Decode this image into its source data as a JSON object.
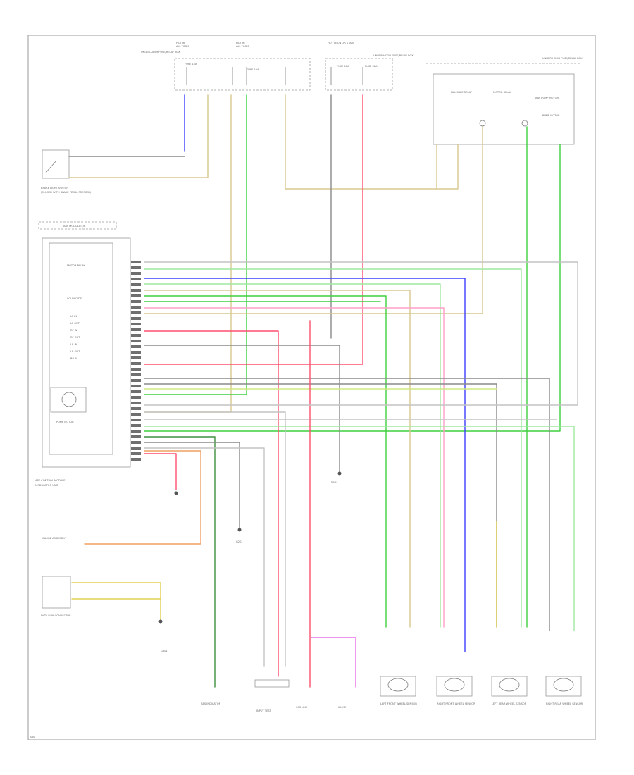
{
  "labels": {
    "fuse_1a": "HOT IN",
    "fuse_1b": "ALL TIMES",
    "fuse_1c": "HOT IN",
    "fuse_1d": "ALL TIMES",
    "fuse_box_left": "UNDER-DASH FUSE/RELAY BOX",
    "fuse_box_right": "UNDER-HOOD FUSE/RELAY BOX",
    "fuse_run": "HOT IN ON OR START",
    "fuse_2a": "FUSE 15A",
    "fuse_2b": "FUSE 10A",
    "fuse_3a": "FUSE 40A",
    "fuse_3b": "FUSE 30A",
    "relay_box": "UNDER-HOOD FUSE/RELAY BOX",
    "relay_1": "FAIL-SAFE RELAY",
    "relay_2": "MOTOR RELAY",
    "relay_3": "ABS PUMP MOTOR",
    "relay_4": "PUMP MOTOR",
    "brake_switch": "BRAKE LIGHT SWITCH",
    "brake_switch_b": "(CLOSED WITH BRAKE PEDAL PRESSED)",
    "modulator": "ABS MODULATOR",
    "ctrl_unit": "ABS CONTROL MODULE",
    "ctrl_unit_b": "MODULATOR UNIT",
    "motor_relay": "MOTOR RELAY",
    "solenoid": "SOLENOIDS",
    "sol_1": "LF IN",
    "sol_2": "LF OUT",
    "sol_3": "RF IN",
    "sol_4": "RF OUT",
    "sol_5": "LR IN",
    "sol_6": "LR OUT",
    "sol_7": "RR IN",
    "ptm": "PUMP MOTOR",
    "gauge": "GAUGE ASSEMBLY",
    "dlc": "DATA LINK CONNECTOR",
    "ground_1": "G401",
    "ground_2": "G201",
    "ground_3": "G101",
    "wheel_1": "LEFT FRONT WHEEL SENSOR",
    "wheel_2": "RIGHT FRONT WHEEL SENSOR",
    "wheel_3": "LEFT REAR WHEEL SENSOR",
    "wheel_4": "RIGHT REAR WHEEL SENSOR",
    "bottom_1": "ABS INDICATOR",
    "bottom_2": "INPUT TEST",
    "bottom_3": "SCS LINE",
    "bottom_4": "K-LINE",
    "footer": "ABS"
  },
  "wire_colors": {
    "blue": "#3f3fff",
    "green": "#3fcf3f",
    "lightgreen": "#9fe89f",
    "red": "#ff4f6f",
    "pink": "#ff9fc7",
    "yellow": "#e0d050",
    "tan": "#d8c890",
    "gray": "#8a8a8a",
    "lightgray": "#c4c4c4",
    "magenta": "#e86fe8",
    "orange": "#f0a060",
    "darkgreen": "#3f8f3f",
    "yellowgreen": "#d0e880"
  }
}
